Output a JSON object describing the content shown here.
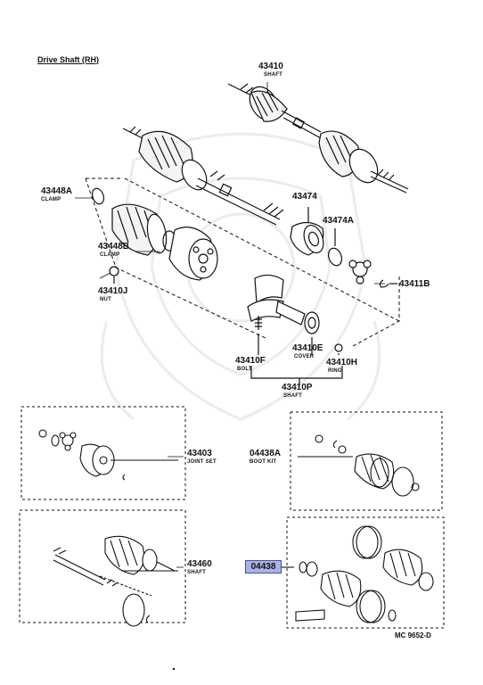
{
  "title": "Drive Shaft (RH)",
  "drawing_code": "MC 9652-D",
  "parts": [
    {
      "number": "43410",
      "name": "SHAFT"
    },
    {
      "number": "43448A",
      "name": "CLAMP"
    },
    {
      "number": "43474",
      "name": ""
    },
    {
      "number": "43474A",
      "name": ""
    },
    {
      "number": "43448B",
      "name": "CLAMP"
    },
    {
      "number": "43410J",
      "name": "NUT"
    },
    {
      "number": "43411B",
      "name": ""
    },
    {
      "number": "43410F",
      "name": "BOLT"
    },
    {
      "number": "43410E",
      "name": "COVER"
    },
    {
      "number": "43410H",
      "name": "RING"
    },
    {
      "number": "43410P",
      "name": "SHAFT"
    },
    {
      "number": "43403",
      "name": "JOINT SET"
    },
    {
      "number": "04438A",
      "name": "BOOT KIT"
    },
    {
      "number": "43460",
      "name": "SHAFT"
    },
    {
      "number": "04438",
      "name": ""
    }
  ],
  "highlighted_part": "04438",
  "colors": {
    "highlight_fill": "#a9b2e3",
    "highlight_border": "#4450a8",
    "ink": "#111111",
    "watermark": "#efefef"
  }
}
